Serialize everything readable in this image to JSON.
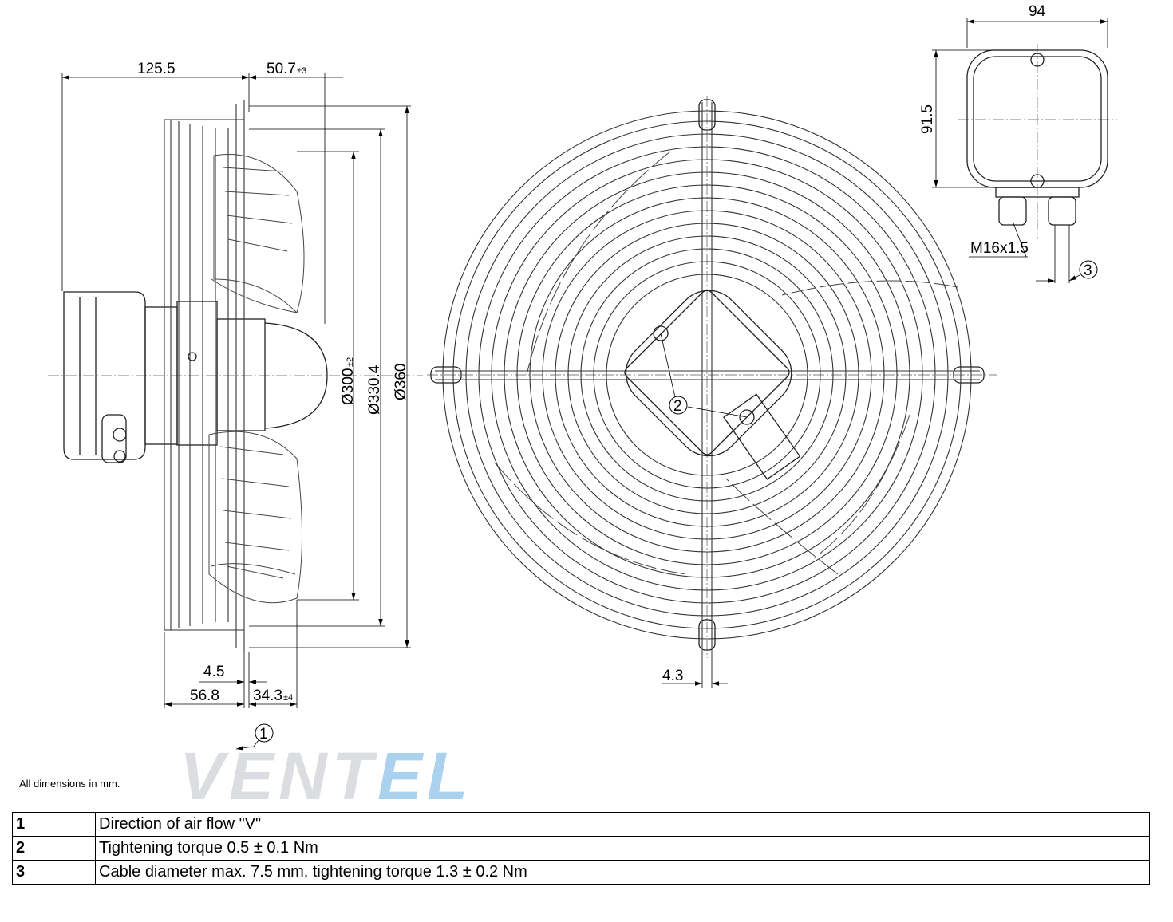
{
  "dimensions": {
    "side_width": "125.5",
    "side_offset": "50.7",
    "side_offset_tol": "±3",
    "dia_inner": "Ø300",
    "dia_inner_tol": "±2",
    "dia_mid": "Ø330.4",
    "dia_outer": "Ø360",
    "flange": "4.5",
    "depth": "56.8",
    "grille_depth": "34.3",
    "grille_depth_tol": "±4",
    "hole": "4.3",
    "box_width": "94",
    "box_height": "91.5",
    "thread": "M16x1.5"
  },
  "callouts": {
    "c1": "1",
    "c2": "2",
    "c3": "3"
  },
  "note": "All dimensions in mm.",
  "legend": [
    {
      "key": "1",
      "text": "Direction of air flow \"V\""
    },
    {
      "key": "2",
      "text": "Tightening torque 0.5 ± 0.1 Nm"
    },
    {
      "key": "3",
      "text": "Cable diameter max. 7.5 mm, tightening torque 1.3 ± 0.2 Nm"
    }
  ],
  "watermark": {
    "part1": "VENT",
    "part2": "EL"
  }
}
